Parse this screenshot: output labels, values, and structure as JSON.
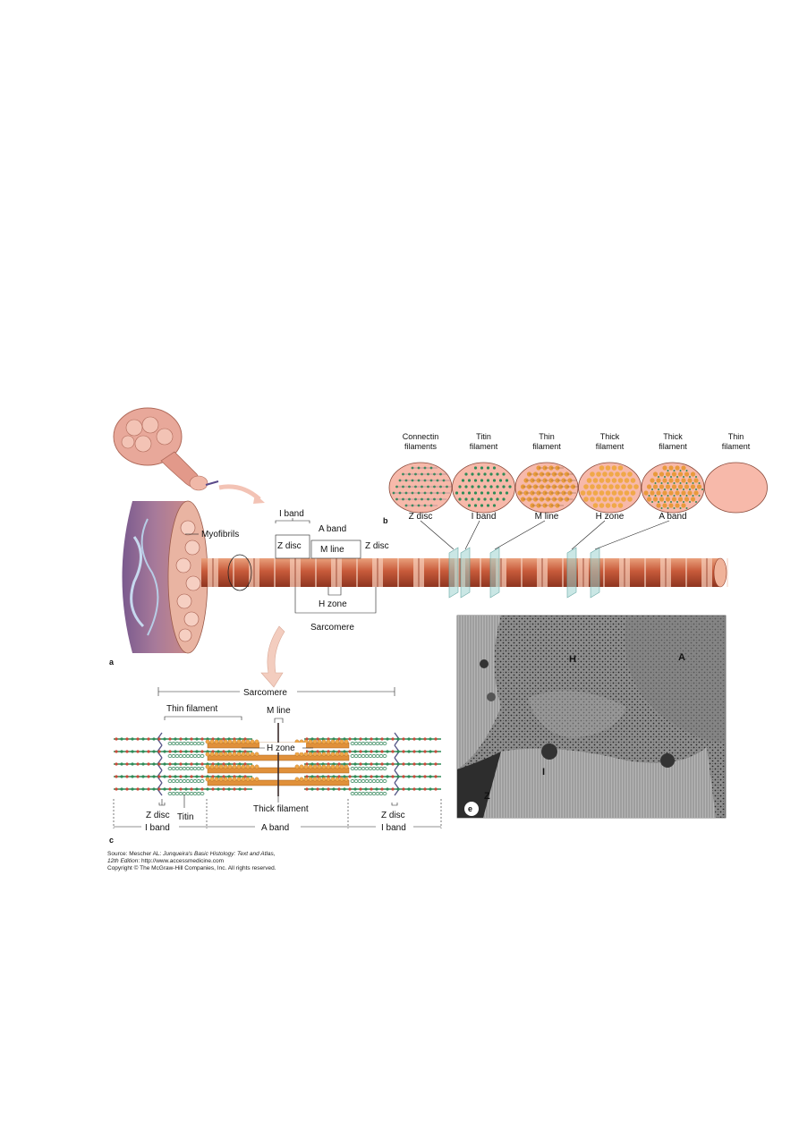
{
  "panels": {
    "a": "a",
    "b": "b",
    "c": "c",
    "e": "e"
  },
  "cross_sections": [
    {
      "top_label_1": "Connectin",
      "top_label_2": "filaments",
      "bottom_label": "Z disc",
      "pattern": "network",
      "color": "#f7b9aa"
    },
    {
      "top_label_1": "Titin",
      "top_label_2": "filament",
      "bottom_label": "I band",
      "pattern": "green-dots",
      "color": "#f7b9aa"
    },
    {
      "top_label_1": "Thin",
      "top_label_2": "filament",
      "bottom_label": "M line",
      "pattern": "hex-thick",
      "color": "#f7b9aa"
    },
    {
      "top_label_1": "Thick",
      "top_label_2": "filament",
      "bottom_label": "H zone",
      "pattern": "thick-only",
      "color": "#f7b9aa"
    },
    {
      "top_label_1": "Thick",
      "top_label_2": "filament",
      "bottom_label": "A band",
      "pattern": "thick-thin",
      "color": "#f7b9aa"
    },
    {
      "top_label_1": "Thin",
      "top_label_2": "filament",
      "bottom_label": "",
      "pattern": "none",
      "color": "#f7b9aa"
    }
  ],
  "panel_a_labels": {
    "myofibrils": "Myofibrils",
    "i_band": "I band",
    "a_band": "A band",
    "z_disc_1": "Z disc",
    "m_line": "M line",
    "z_disc_2": "Z disc",
    "h_zone": "H zone",
    "sarcomere": "Sarcomere"
  },
  "panel_c_labels": {
    "sarcomere": "Sarcomere",
    "thin_filament": "Thin filament",
    "m_line": "M line",
    "h_zone": "H zone",
    "thick_filament": "Thick filament",
    "z_disc_left": "Z disc",
    "titin": "Titin",
    "z_disc_right": "Z disc",
    "i_band_left": "I band",
    "a_band": "A band",
    "i_band_right": "I band"
  },
  "micrograph_labels": {
    "h": "H",
    "a": "A",
    "i": "I",
    "z": "Z"
  },
  "caption": {
    "line1_prefix": "Source: Mescher AL: ",
    "line1_italic": "Junqueira's Basic Histology: Text and Atlas,",
    "line2_italic": "12th Edition",
    "line2_rest": ": http://www.accessmedicine.com",
    "line3": "Copyright © The McGraw-Hill Companies, Inc. All rights reserved."
  },
  "colors": {
    "muscle_red": "#c75a3a",
    "muscle_light": "#f0b39a",
    "thick_filament": "#e89a3c",
    "thin_filament": "#2f8a57",
    "z_disc": "#5a5a8a",
    "micrograph_bg": "#9a9a9a"
  }
}
